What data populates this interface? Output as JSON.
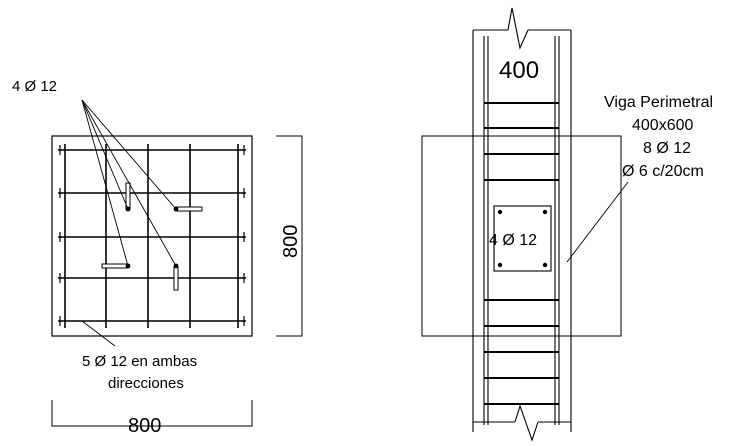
{
  "footing": {
    "callout_top": "4 Ø 12",
    "callout_bottom_line1": "5 Ø 12 en ambas",
    "callout_bottom_line2": "direcciones",
    "dim_width": "800",
    "dim_height": "800"
  },
  "column": {
    "width_label": "400",
    "inner_label": "4 Ø 12"
  },
  "beam": {
    "title": "Viga Perimetral",
    "size": "400x600",
    "bars": "8 Ø 12",
    "stirrups": "Ø 6 c/20cm"
  }
}
